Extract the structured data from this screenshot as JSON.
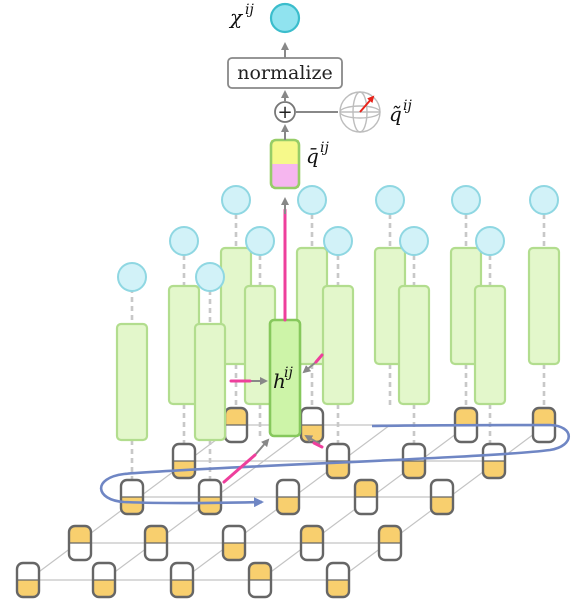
{
  "labels": {
    "output": "χ",
    "output_sup": "ij",
    "normalize": "normalize",
    "plus": "+",
    "q_tilde": "q̃",
    "q_tilde_sup": "ij",
    "q_bar": "q̄",
    "q_bar_sup": "ij",
    "hidden": "h",
    "hidden_sup": "ij"
  },
  "colors": {
    "bead_outline": "#666666",
    "bead_fill": "#ffffff",
    "bead_accent": "#f8cf6e",
    "grid_line": "#c4c4c4",
    "column_fill": "#e3f7cb",
    "column_stroke": "#b2dd8e",
    "hidden_fill": "#cdf4a8",
    "hidden_stroke": "#86c85c",
    "node_fill": "#d2f2f8",
    "node_stroke": "#8fd7e2",
    "output_fill": "#90e3ef",
    "output_stroke": "#3bbdcc",
    "qbar_top": "#f6f98a",
    "qbar_bottom": "#f6b6ef",
    "qbar_stroke": "#97cd68",
    "pink_arrow": "#ee3f9c",
    "grey_arrow": "#888888",
    "blue_path": "#6f86c4",
    "red_arrow": "#e8231a"
  }
}
